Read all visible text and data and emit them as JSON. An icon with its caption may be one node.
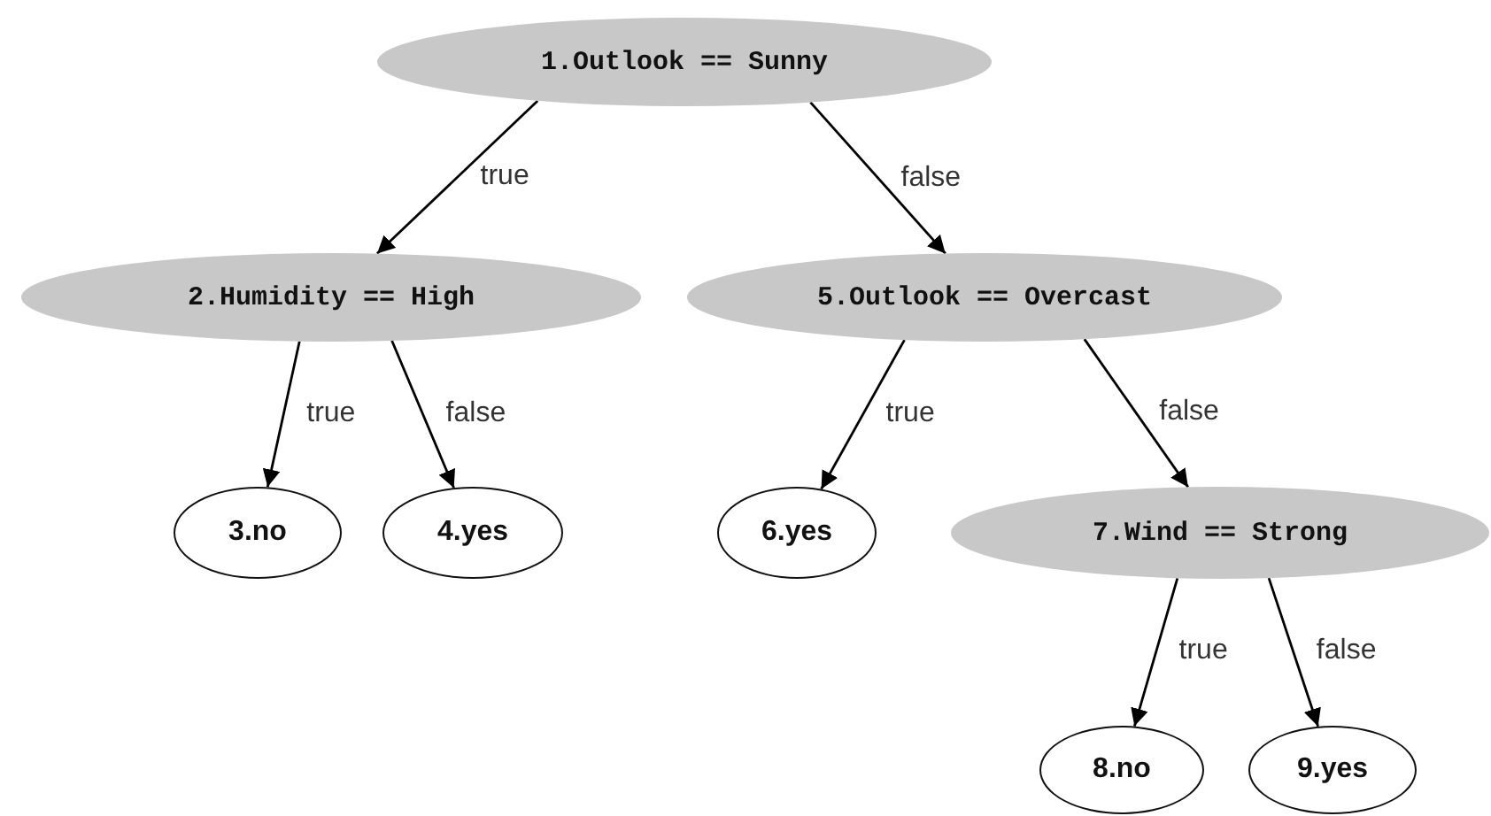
{
  "diagram": {
    "nodes": [
      {
        "text": [
          "1.Outlook == Sunny"
        ]
      },
      {
        "text": [
          "2.Humidity == High"
        ]
      },
      {
        "text": [
          "3.no"
        ]
      },
      {
        "text": [
          "4.yes"
        ]
      },
      {
        "text": [
          "5.Outlook == Overcast"
        ]
      },
      {
        "text": [
          "6.yes"
        ]
      },
      {
        "text": [
          "7.Wind == Strong"
        ]
      },
      {
        "text": [
          "8.no"
        ]
      },
      {
        "text": [
          "9.yes"
        ]
      }
    ],
    "edges": [
      {
        "from": 0,
        "to": 1,
        "arrow": "to",
        "label": "true"
      },
      {
        "from": 0,
        "to": 4,
        "arrow": "to",
        "label": "false"
      },
      {
        "from": 1,
        "to": 2,
        "arrow": "to",
        "label": "true"
      },
      {
        "from": 1,
        "to": 3,
        "arrow": "to",
        "label": "false"
      },
      {
        "from": 4,
        "to": 5,
        "arrow": "to",
        "label": "true"
      },
      {
        "from": 4,
        "to": 6,
        "arrow": "to",
        "label": "false"
      },
      {
        "from": 6,
        "to": 7,
        "arrow": "to",
        "label": "true"
      },
      {
        "from": 6,
        "to": 8,
        "arrow": "to",
        "label": "false"
      }
    ]
  }
}
